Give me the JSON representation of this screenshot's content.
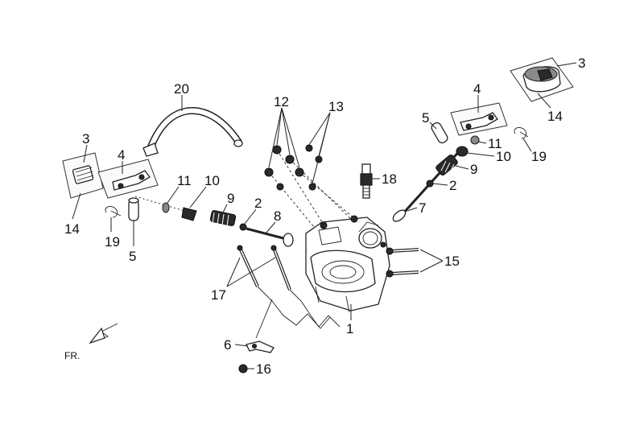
{
  "diagram": {
    "direction_label": "FR.",
    "callouts": {
      "c1": "1",
      "c2a": "2",
      "c2b": "2",
      "c3a": "3",
      "c3b": "3",
      "c4a": "4",
      "c4b": "4",
      "c5a": "5",
      "c5b": "5",
      "c6": "6",
      "c7": "7",
      "c8": "8",
      "c9a": "9",
      "c9b": "9",
      "c10a": "10",
      "c10b": "10",
      "c11a": "11",
      "c11b": "11",
      "c12": "12",
      "c13": "13",
      "c14a": "14",
      "c14b": "14",
      "c15": "15",
      "c16": "16",
      "c17": "17",
      "c18": "18",
      "c19a": "19",
      "c19b": "19",
      "c20": "20"
    }
  }
}
